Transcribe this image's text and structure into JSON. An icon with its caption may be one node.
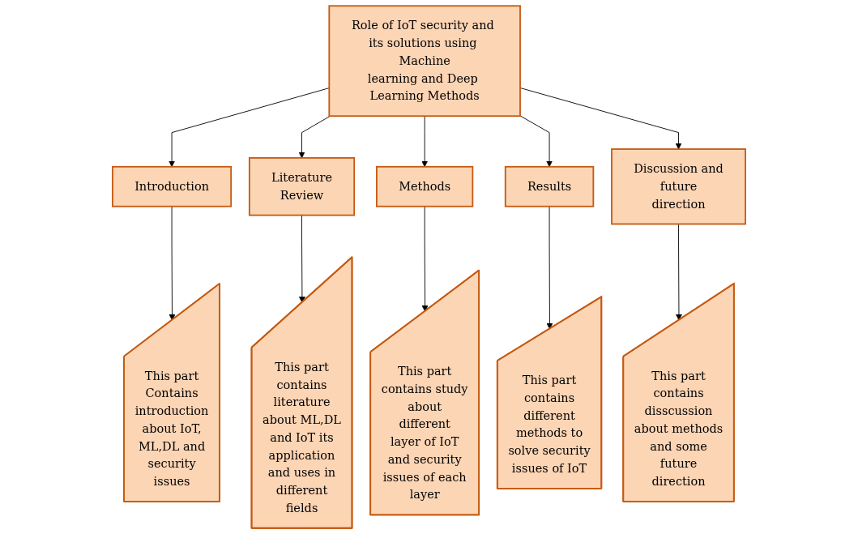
{
  "diagram": {
    "nodes": [
      {
        "text": [
          "Role of IoT security and its solutions using Machine learning and Deep Learning Methods"
        ]
      },
      {
        "text": [
          "Introduction"
        ]
      },
      {
        "text": [
          "Literature Review"
        ]
      },
      {
        "text": [
          "Methods"
        ]
      },
      {
        "text": [
          "Results"
        ]
      },
      {
        "text": [
          "Discussion and future direction"
        ]
      },
      {
        "text": [
          "This part Contains introduction about IoT, ML,DL and security issues"
        ]
      },
      {
        "text": [
          "This part contains literature about ML,DL and IoT its application and uses in different fields"
        ]
      },
      {
        "text": [
          "This part contains study about different layer of IoT and security issues of each layer"
        ]
      },
      {
        "text": [
          "This part contains different methods to solve security issues of IoT"
        ]
      },
      {
        "text": [
          "This part contains disscussion about methods and some future direction"
        ]
      }
    ],
    "edges": [
      {
        "from": 0,
        "to": 1,
        "arrow": "to"
      },
      {
        "from": 0,
        "to": 2,
        "arrow": "to"
      },
      {
        "from": 0,
        "to": 3,
        "arrow": "to"
      },
      {
        "from": 0,
        "to": 4,
        "arrow": "to"
      },
      {
        "from": 0,
        "to": 5,
        "arrow": "to"
      },
      {
        "from": 1,
        "to": 6,
        "arrow": "to"
      },
      {
        "from": 2,
        "to": 7,
        "arrow": "to"
      },
      {
        "from": 3,
        "to": 8,
        "arrow": "to"
      },
      {
        "from": 4,
        "to": 9,
        "arrow": "to"
      },
      {
        "from": 5,
        "to": 10,
        "arrow": "to"
      }
    ]
  }
}
